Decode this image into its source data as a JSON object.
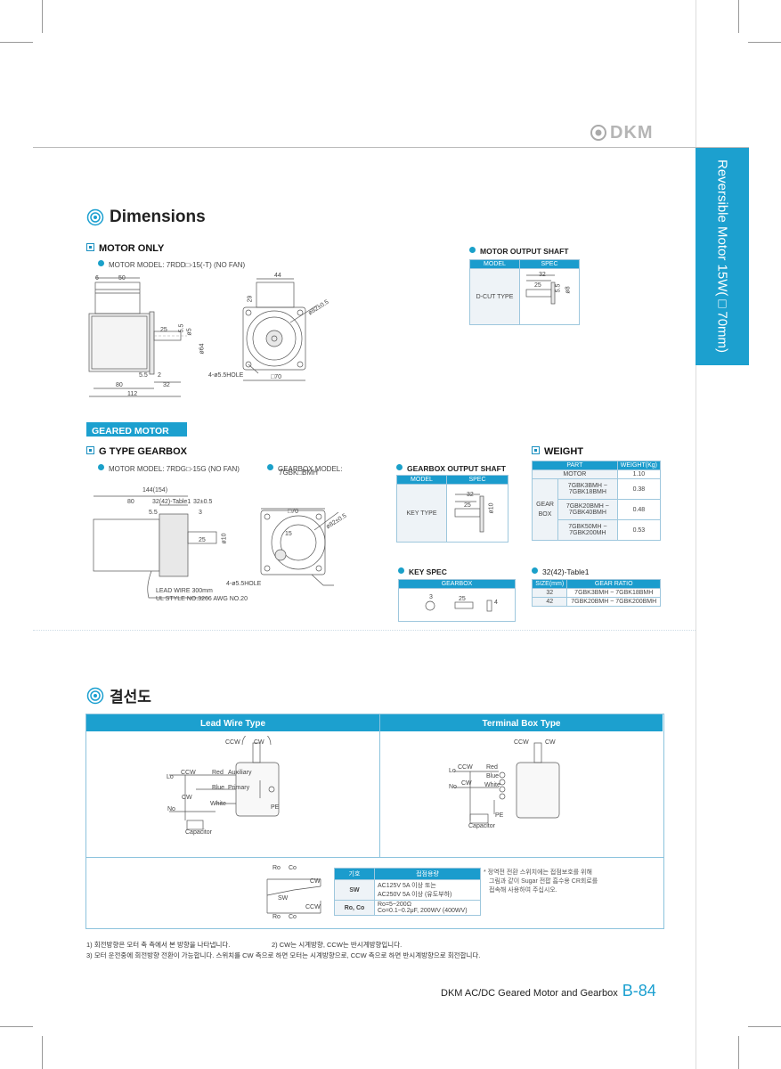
{
  "brand": {
    "logo_text": "DKM"
  },
  "side_tab": {
    "text": "Reversible Motor 15W(□70mm)",
    "color": "#1ca0cf"
  },
  "accent_color": "#1a9fd0",
  "dimensions": {
    "title": "Dimensions",
    "motor_only": {
      "heading": "MOTOR ONLY",
      "model_label": "MOTOR MODEL: 7RDD□-15(-T) (NO FAN)",
      "dims": {
        "d6": "6",
        "d50": "50",
        "d44": "44",
        "d29": "29",
        "d82": "ø82±0.5",
        "d25": "25",
        "d55": "5.5",
        "d5": "ø5",
        "d64": "ø64",
        "d55b": "5.5",
        "d2": "2",
        "d80": "80",
        "d32": "32",
        "d112": "112",
        "hole": "4-ø5.5HOLE",
        "sq70": "□70"
      }
    },
    "output_shaft": {
      "heading": "MOTOR OUTPUT SHAFT",
      "col_model": "MODEL",
      "col_spec": "SPEC",
      "row_model": "D-CUT TYPE",
      "dims": {
        "d32": "32",
        "d25": "25",
        "d55": "5.5",
        "d8": "ø8"
      }
    },
    "geared": {
      "badge": "GEARED MOTOR",
      "heading": "G TYPE GEARBOX",
      "motor_model": "MOTOR MODEL: 7RDG□-15G (NO FAN)",
      "gearbox_model_label": "GEARBOX MODEL:",
      "gearbox_model": "7GBK□BMH",
      "dims": {
        "d144": "144(154)",
        "d80": "80",
        "d32tab": "32(42)-Table1",
        "d32": "32±0.5",
        "d55": "5.5",
        "d3": "3",
        "d25": "25",
        "d10": "ø10",
        "sq70": "□70",
        "d82": "ø82±0.5",
        "d15": "15",
        "hole": "4-ø5.5HOLE",
        "lead1": "LEAD WIRE 300mm",
        "lead2": "UL STYLE NO.3266 AWG NO.20"
      }
    },
    "gearbox_shaft": {
      "heading": "GEARBOX OUTPUT SHAFT",
      "col_model": "MODEL",
      "col_spec": "SPEC",
      "row_model": "KEY TYPE",
      "dims": {
        "d32": "32",
        "d25": "25",
        "d10": "ø10"
      }
    },
    "key_spec": {
      "heading": "KEY SPEC",
      "col": "GEARBOX",
      "dims": {
        "d25": "25",
        "d4": "4",
        "d3": "3"
      }
    },
    "weight": {
      "heading": "WEIGHT",
      "col_part": "PART",
      "col_weight": "WEIGHT(Kg)",
      "motor_label": "MOTOR",
      "motor_weight": "1.10",
      "gear_label": "GEAR BOX",
      "rows": [
        {
          "part": "7GBK3BMH ~ 7GBK18BMH",
          "weight": "0.38"
        },
        {
          "part": "7GBK20BMH ~ 7GBK40BMH",
          "weight": "0.48"
        },
        {
          "part": "7GBK50MH ~ 7GBK200MH",
          "weight": "0.53"
        }
      ]
    },
    "table1": {
      "heading": "32(42)-Table1",
      "col_size": "SIZE(mm)",
      "col_ratio": "GEAR RATIO",
      "rows": [
        {
          "size": "32",
          "ratio": "7GBK3BMH ~ 7GBK18BMH"
        },
        {
          "size": "42",
          "ratio": "7GBK20BMH ~ 7GBK200BMH"
        }
      ]
    }
  },
  "wiring": {
    "title": "결선도",
    "lead_wire_type": "Lead Wire Type",
    "terminal_box_type": "Terminal Box Type",
    "labels": {
      "ccw": "CCW",
      "cw": "CW",
      "red": "Red",
      "blue": "Blue",
      "white": "White",
      "auxiliary": "Auxiliary",
      "primary": "Primary",
      "pe": "PE",
      "capacitor": "Capacitor",
      "lo": "Lo",
      "no": "No",
      "ro": "Ro",
      "co": "Co",
      "sw": "SW"
    },
    "spec_table": {
      "col_symbol": "기호",
      "col_capacity": "접점용량",
      "rows": [
        {
          "symbol": "SW",
          "capacity1": "AC125V 5A 이상 또는",
          "capacity2": "AC250V 5A 이상 (유도부하)"
        },
        {
          "symbol": "Ro, Co",
          "capacity1": "Ro=5~200Ω",
          "capacity2": "Co=0.1~0.2μF, 200WV (400WV)"
        }
      ]
    },
    "note": "* 정역전 전환 스위치에는 접점보호를 위해 그림과 같이 Sugar 전팝 흡수용 CR회로를 접속해 사용하여 주십시오.",
    "note_lines": [
      "* 정역전 전환 스위치에는 접점보호를 위해",
      "그림과 같이 Sugar 전팝 흡수용 CR회로를",
      "접속해 사용하여 주십시오."
    ],
    "footnote1a": "1) 회전방향은 모터 축 측에서 본 방향을 나타냅니다.",
    "footnote1b": "2) CW는 시계방향, CCW는 반시계방향입니다.",
    "footnote2": "3) 모터 운전중에 회전방향 전환이 가능합니다. 스위치를 CW 측으로 하면 모터는 시계방향으로, CCW 측으로 하면 반시계방향으로 회전합니다."
  },
  "footer": {
    "text": "DKM AC/DC Geared Motor and Gearbox",
    "page": "B-84"
  }
}
